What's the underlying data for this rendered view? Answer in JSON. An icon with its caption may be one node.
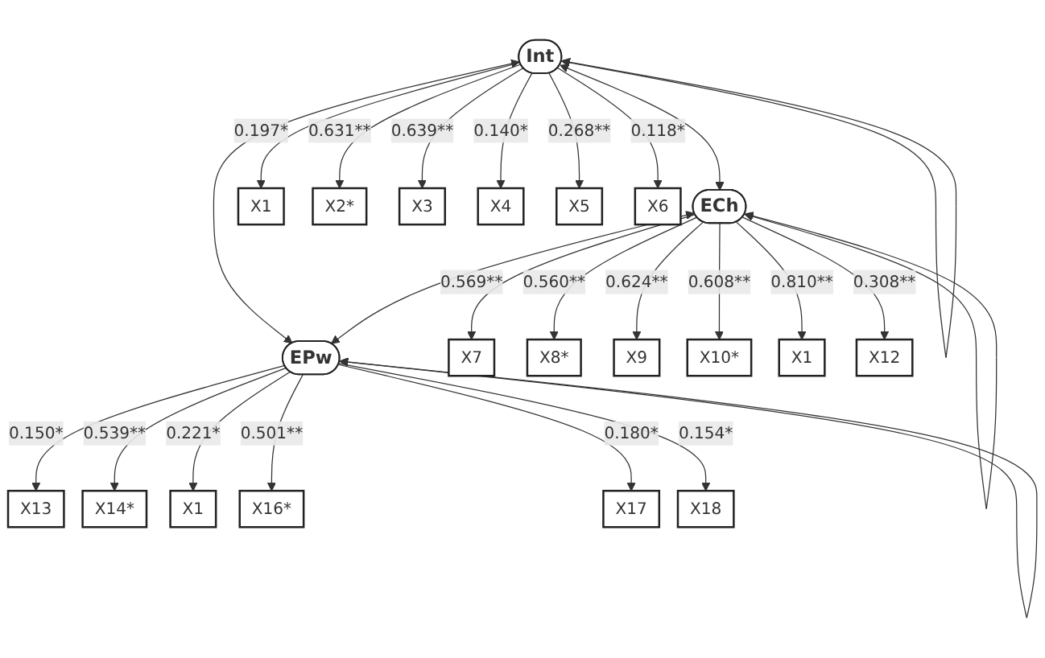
{
  "diagram": {
    "nodes": [
      {
        "text": [
          "Int"
        ]
      },
      {
        "text": [
          "ECh"
        ]
      },
      {
        "text": [
          "EPw"
        ]
      },
      {
        "text": [
          "X1"
        ]
      },
      {
        "text": [
          "X2*"
        ]
      },
      {
        "text": [
          "X3"
        ]
      },
      {
        "text": [
          "X4"
        ]
      },
      {
        "text": [
          "X5"
        ]
      },
      {
        "text": [
          "X6"
        ]
      },
      {
        "text": [
          "X7"
        ]
      },
      {
        "text": [
          "X8*"
        ]
      },
      {
        "text": [
          "X9"
        ]
      },
      {
        "text": [
          "X10*"
        ]
      },
      {
        "text": [
          "X1"
        ]
      },
      {
        "text": [
          "X12"
        ]
      },
      {
        "text": [
          "X13"
        ]
      },
      {
        "text": [
          "X14*"
        ]
      },
      {
        "text": [
          "X1"
        ]
      },
      {
        "text": [
          "X16*"
        ]
      },
      {
        "text": [
          "X17"
        ]
      },
      {
        "text": [
          "X18"
        ]
      }
    ],
    "edges": [
      {
        "from": 0,
        "to": 0,
        "arrow": "both"
      },
      {
        "from": 1,
        "to": 1,
        "arrow": "both"
      },
      {
        "from": 2,
        "to": 2,
        "arrow": "both"
      },
      {
        "from": 0,
        "to": 1,
        "arrow": "both"
      },
      {
        "from": 1,
        "to": 2,
        "arrow": "both"
      },
      {
        "from": 0,
        "to": 2,
        "arrow": "both"
      },
      {
        "from": 0,
        "to": 3,
        "arrow": "to",
        "label": "0.197*"
      },
      {
        "from": 0,
        "to": 4,
        "arrow": "to",
        "label": "0.631**"
      },
      {
        "from": 0,
        "to": 5,
        "arrow": "to",
        "label": "0.639**"
      },
      {
        "from": 0,
        "to": 6,
        "arrow": "to",
        "label": "0.140*"
      },
      {
        "from": 0,
        "to": 7,
        "arrow": "to",
        "label": "0.268**"
      },
      {
        "from": 0,
        "to": 8,
        "arrow": "to",
        "label": "0.118*"
      },
      {
        "from": 1,
        "to": 9,
        "arrow": "to",
        "label": "0.569**"
      },
      {
        "from": 1,
        "to": 10,
        "arrow": "to",
        "label": "0.560**"
      },
      {
        "from": 1,
        "to": 11,
        "arrow": "to",
        "label": "0.624**"
      },
      {
        "from": 1,
        "to": 12,
        "arrow": "to",
        "label": "0.608**"
      },
      {
        "from": 1,
        "to": 13,
        "arrow": "to",
        "label": "0.810**"
      },
      {
        "from": 1,
        "to": 14,
        "arrow": "to",
        "label": "0.308**"
      },
      {
        "from": 2,
        "to": 15,
        "arrow": "to",
        "label": "0.150*"
      },
      {
        "from": 2,
        "to": 16,
        "arrow": "to",
        "label": "0.539**"
      },
      {
        "from": 2,
        "to": 17,
        "arrow": "to",
        "label": "0.221*"
      },
      {
        "from": 2,
        "to": 18,
        "arrow": "to",
        "label": "0.501**"
      },
      {
        "from": 2,
        "to": 19,
        "arrow": "to",
        "label": "0.180*"
      },
      {
        "from": 2,
        "to": 20,
        "arrow": "to",
        "label": "0.154*"
      }
    ]
  }
}
